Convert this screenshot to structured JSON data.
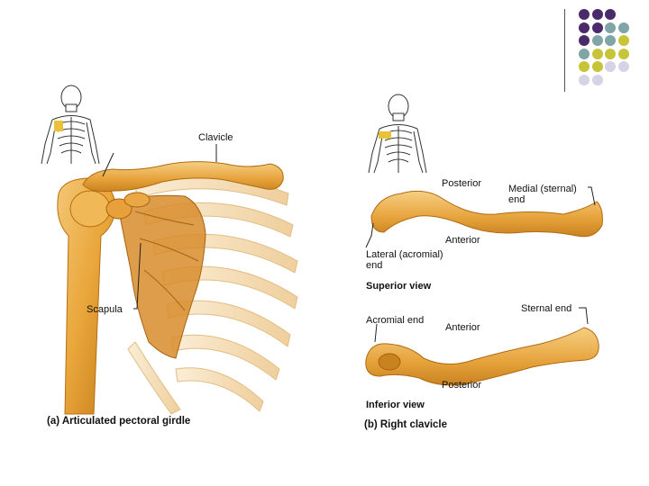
{
  "colors": {
    "bone": "#e9a63a",
    "bone_dark": "#c47b1a",
    "bone_light": "#f7d9a4",
    "rib": "#f5dfb8",
    "dot_purple": "#4b2a6b",
    "dot_teal": "#7fa5a6",
    "dot_olive": "#c8c43a",
    "dot_lavender": "#d5d3e6"
  },
  "decoration": {
    "grid_rows": [
      [
        "purple",
        "purple",
        "purple"
      ],
      [
        "purple",
        "purple",
        "teal",
        "teal"
      ],
      [
        "purple",
        "teal",
        "teal",
        "olive"
      ],
      [
        "teal",
        "olive",
        "olive",
        "olive"
      ],
      [
        "olive",
        "olive",
        "lavender",
        "lavender"
      ],
      [
        "lavender",
        "lavender"
      ]
    ]
  },
  "labels": {
    "clavicle": "Clavicle",
    "scapula": "Scapula",
    "posterior_top": "Posterior",
    "medial_end": "Medial (sternal)\nend",
    "anterior_top": "Anterior",
    "lateral_end": "Lateral (acromial)\nend",
    "superior_view": "Superior view",
    "sternal_end": "Sternal end",
    "acromial_end": "Acromial end",
    "anterior_bottom": "Anterior",
    "posterior_bottom": "Posterior",
    "inferior_view": "Inferior view",
    "caption_a": "(a) Articulated pectoral girdle",
    "caption_b": "(b) Right clavicle"
  }
}
